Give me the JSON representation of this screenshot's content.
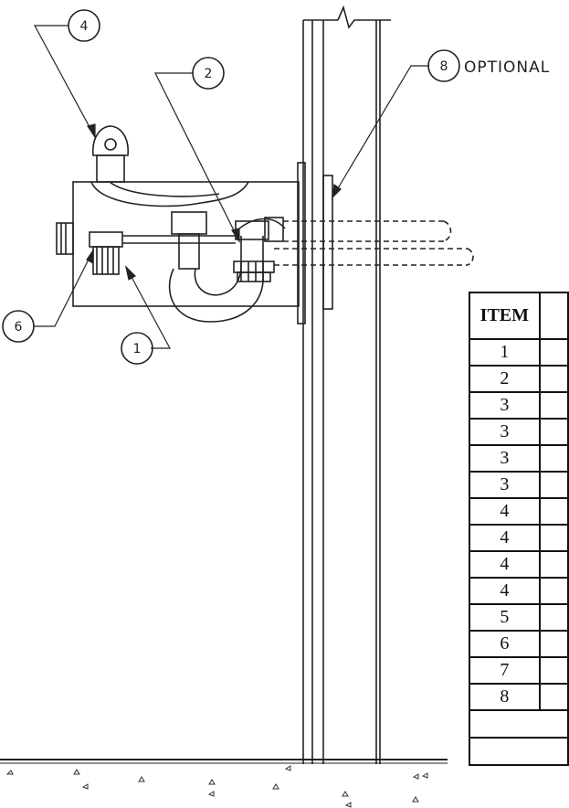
{
  "callouts": {
    "c1": "1",
    "c2": "2",
    "c4": "4",
    "c6": "6",
    "c8": "8",
    "optional": "OPTIONAL"
  },
  "table": {
    "header": "ITEM",
    "items": [
      "1",
      "2",
      "3",
      "3",
      "3",
      "3",
      "4",
      "4",
      "4",
      "4",
      "5",
      "6",
      "7",
      "8"
    ]
  }
}
